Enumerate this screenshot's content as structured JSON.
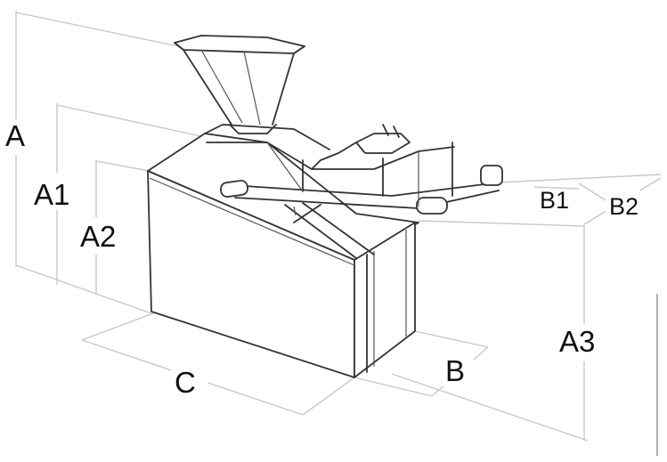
{
  "labels": {
    "A": "A",
    "A1": "A1",
    "A2": "A2",
    "A3": "A3",
    "B": "B",
    "B1": "B1",
    "B2": "B2",
    "C": "C"
  },
  "colors": {
    "dimension_lines": "#c8c8c8",
    "machine_outline": "#333333",
    "label_text": "#111111"
  }
}
